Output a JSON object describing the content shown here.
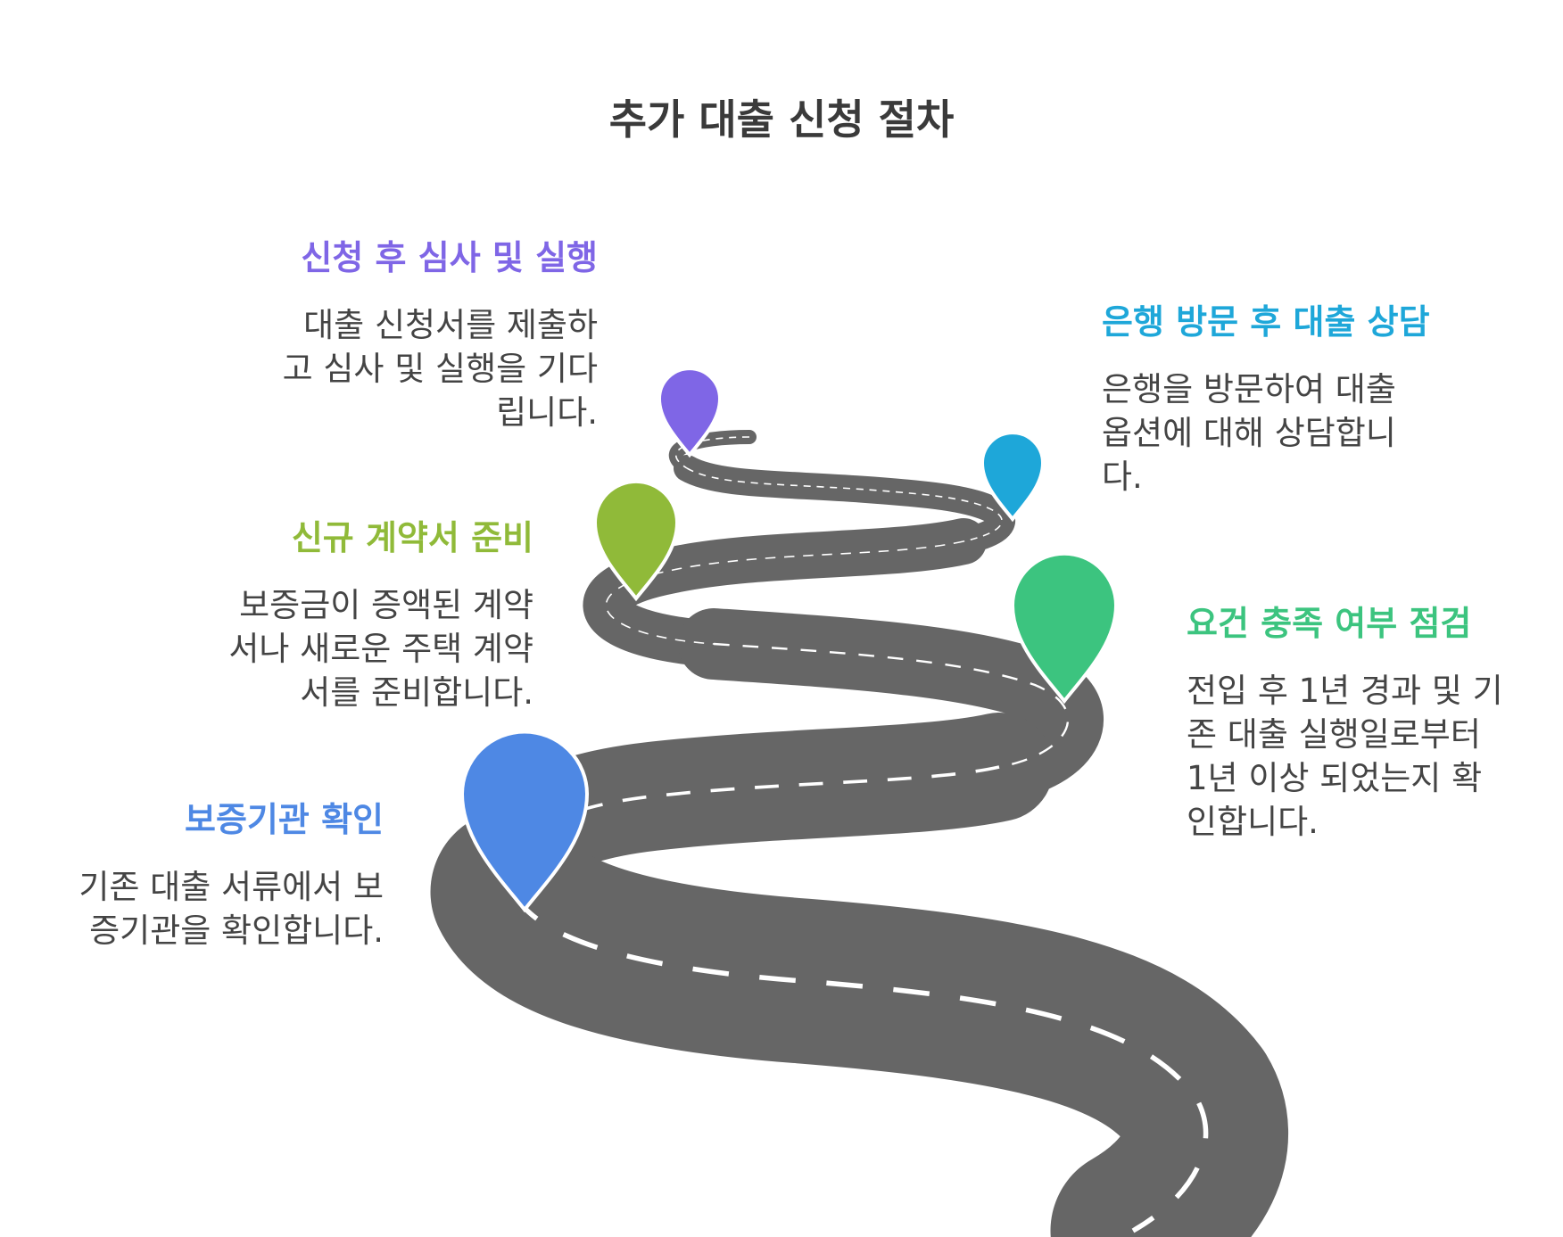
{
  "title": "추가 대출 신청 절차",
  "steps": [
    {
      "id": "step1",
      "heading": "보증기관 확인",
      "lines": [
        "기존 대출 서류에서 보",
        "증기관을 확인합니다."
      ],
      "color": "#4E88E4"
    },
    {
      "id": "step2",
      "heading": "요건 충족 여부 점검",
      "lines": [
        "전입 후 1년 경과 및 기",
        "존 대출 실행일로부터",
        "1년 이상 되었는지 확",
        "인합니다."
      ],
      "color": "#3CC47F"
    },
    {
      "id": "step3",
      "heading": "신규 계약서 준비",
      "lines": [
        "보증금이 증액된 계약",
        "서나 새로운 주택 계약",
        "서를 준비합니다."
      ],
      "color": "#90BA39"
    },
    {
      "id": "step4",
      "heading": "은행 방문 후 대출 상담",
      "lines": [
        "은행을 방문하여 대출",
        "옵션에 대해 상담합니",
        "다."
      ],
      "color": "#1EA7D9"
    },
    {
      "id": "step5",
      "heading": "신청 후 심사 및 실행",
      "lines": [
        "대출 신청서를 제출하",
        "고 심사 및 실행을 기다",
        "립니다."
      ],
      "color": "#7F66E6"
    }
  ],
  "colors": {
    "road": "#666666",
    "dash": "#ffffff",
    "title": "#3a3a3a"
  }
}
